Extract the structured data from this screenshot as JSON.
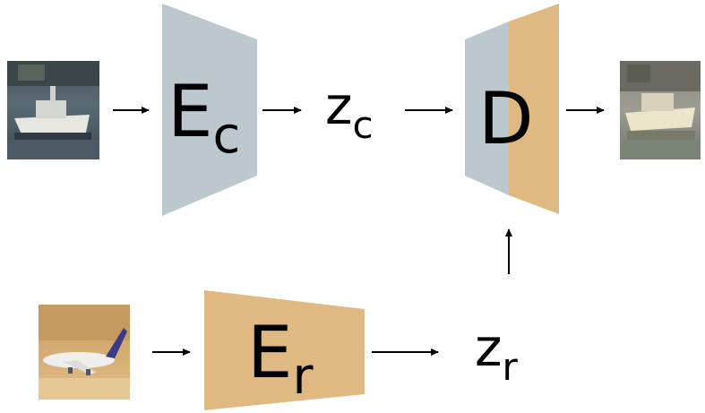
{
  "diagram": {
    "encoder_content": {
      "main": "E",
      "sub": "c"
    },
    "latent_content": {
      "main": "z",
      "sub": "c"
    },
    "decoder": {
      "main": "D"
    },
    "encoder_residual": {
      "main": "E",
      "sub": "r"
    },
    "latent_residual": {
      "main": "z",
      "sub": "r"
    }
  },
  "colors": {
    "content": "#bcc8cd",
    "residual": "#e0b882",
    "arrow": "#000000",
    "text": "#000000"
  },
  "images": {
    "input_top": "boat-thumbnail",
    "output_top": "reconstructed-boat-thumbnail",
    "input_bottom": "airplane-thumbnail"
  }
}
